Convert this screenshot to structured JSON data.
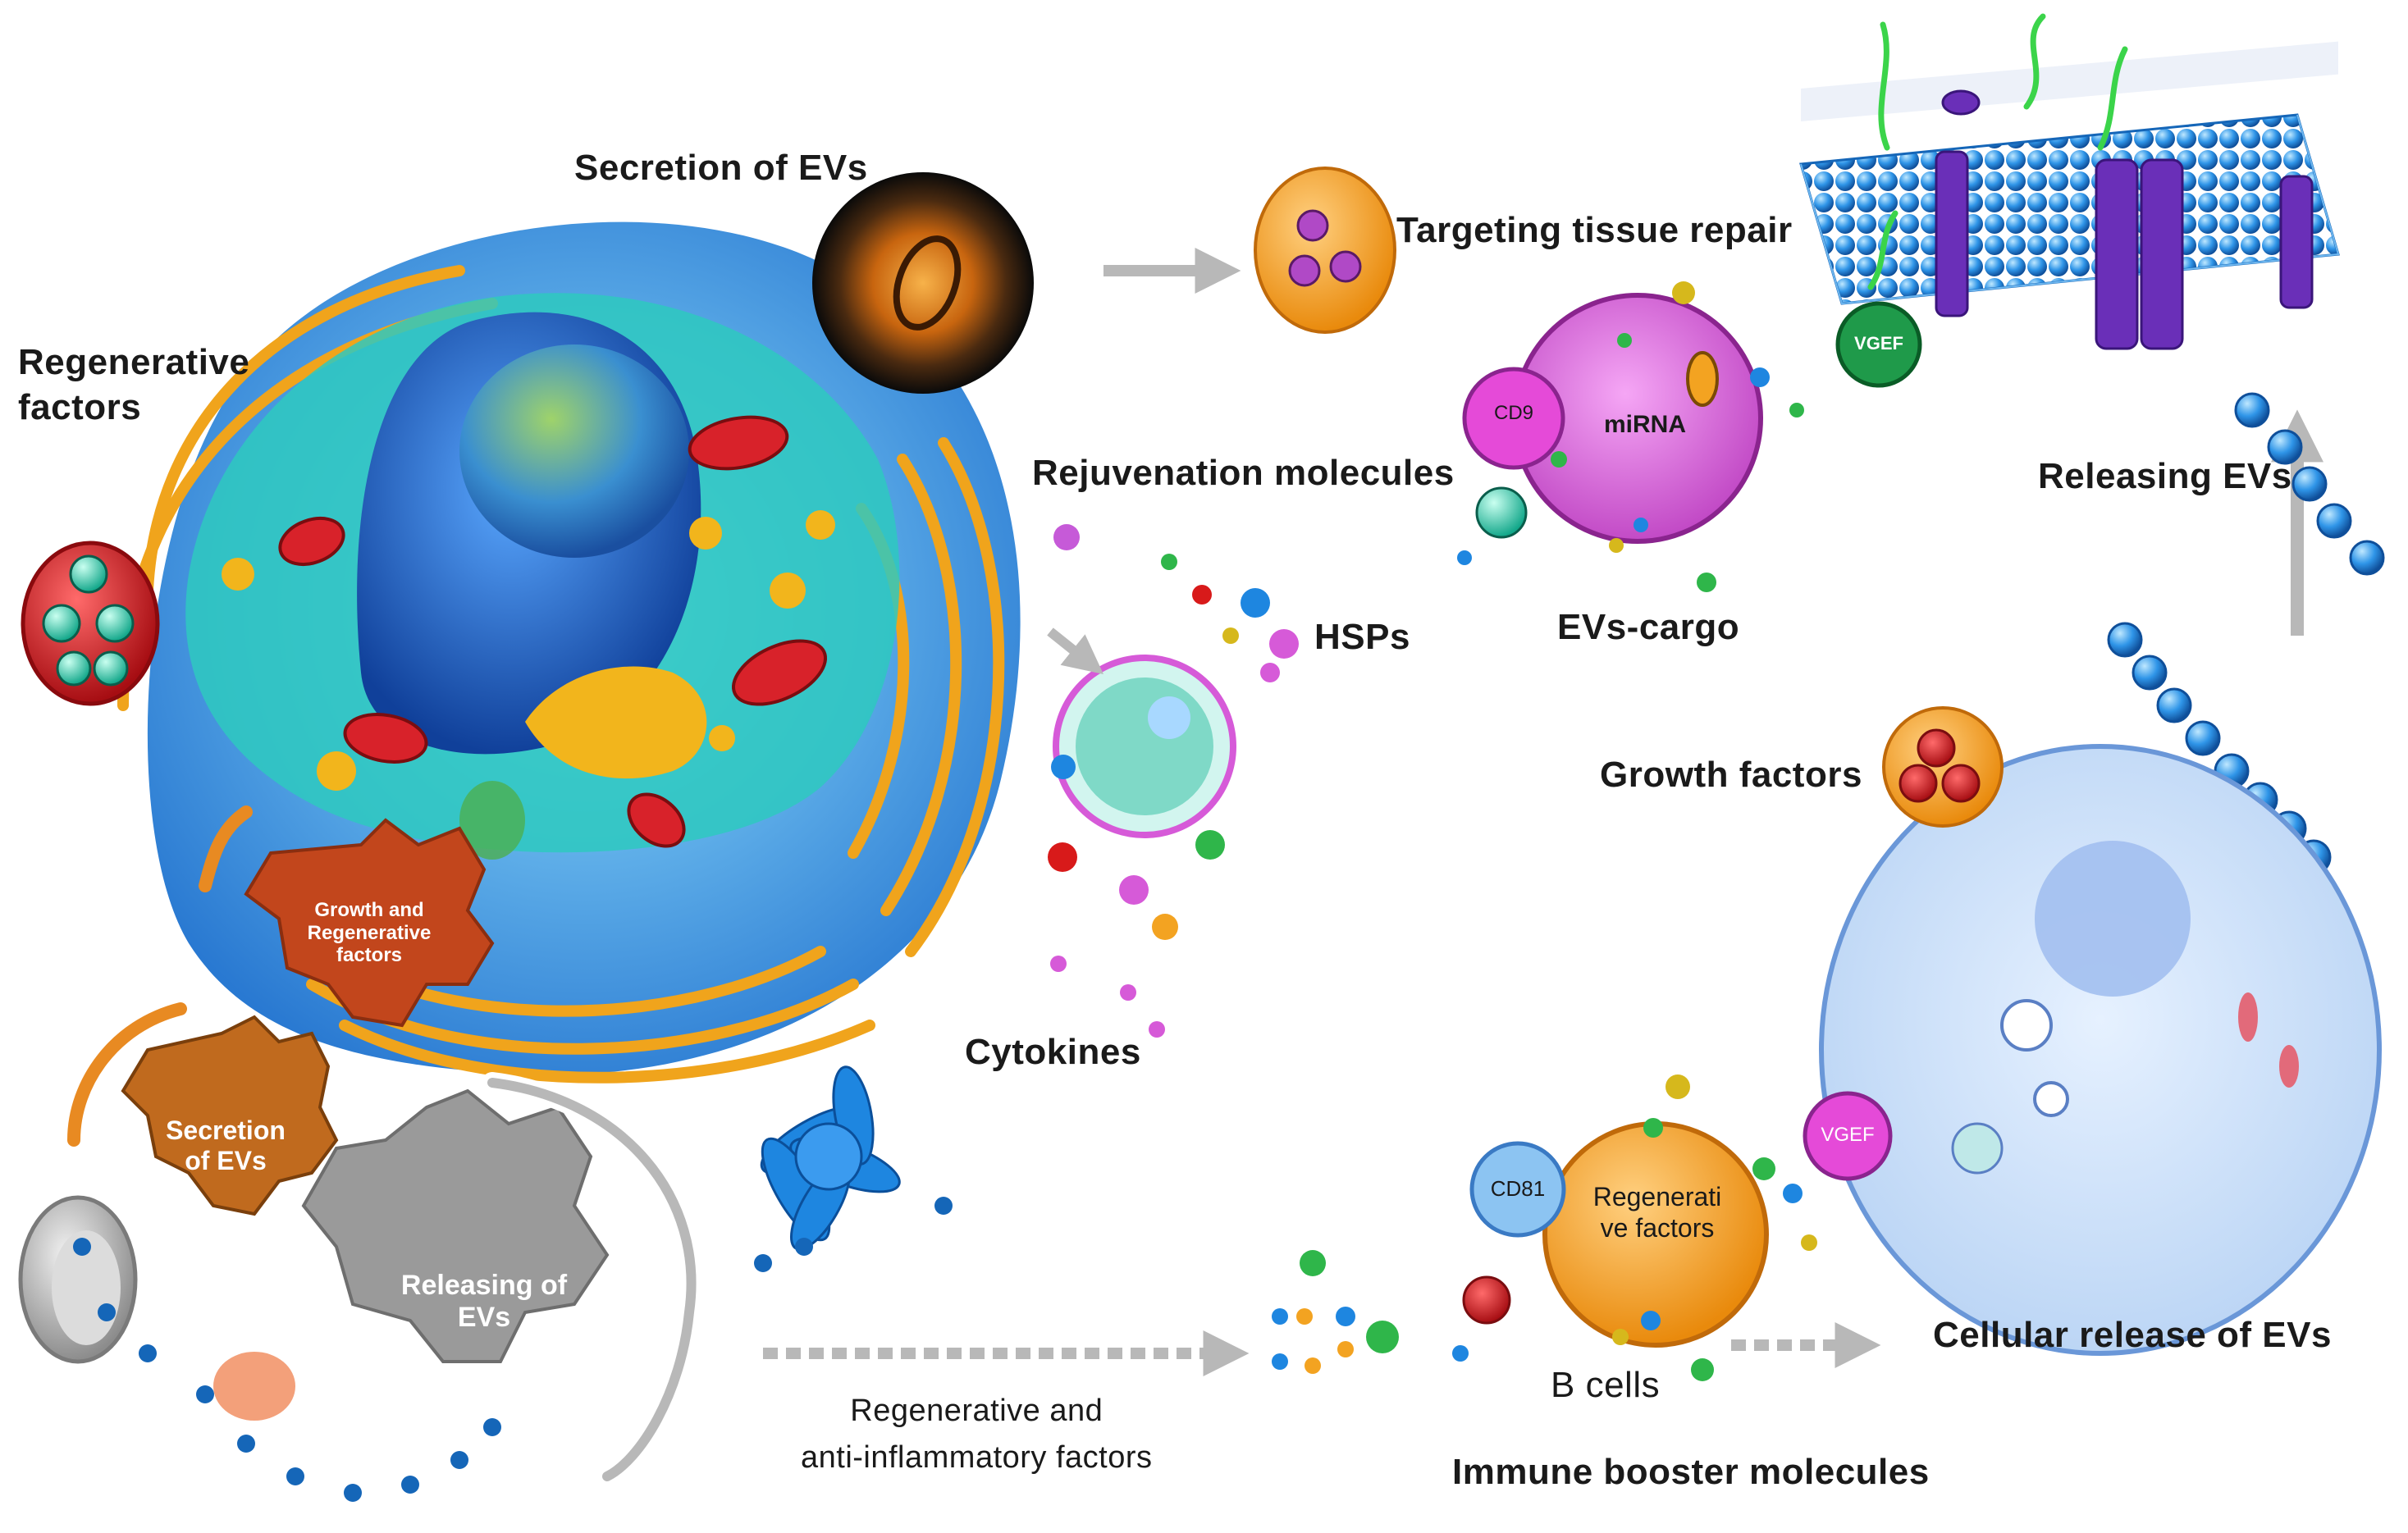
{
  "labels": {
    "secretion_of_evs": "Secretion of EVs",
    "regenerative_factors": "Regenerative\nfactors",
    "targeting_tissue_repair": "Targeting tissue repair",
    "rejuvenation_molecules": "Rejuvenation molecules",
    "hsps": "HSPs",
    "evs_cargo": "EVs-cargo",
    "releasing_evs": "Releasing EVs",
    "growth_factors": "Growth factors",
    "cytokines": "Cytokines",
    "cellular_release_of_evs": "Cellular release of EVs",
    "b_cells": "B cells",
    "immune_booster_molecules": "Immune booster molecules",
    "regen_anti_inflammatory": "Regenerative and\nanti-inflammatory factors"
  },
  "gears": {
    "growth_regen": "Growth and\nRegenerative\nfactors",
    "secretion": "Secretion\nof EVs",
    "releasing": "Releasing of\nEVs"
  },
  "vesicles": {
    "cd9": "CD9",
    "mirna": "miRNA",
    "vgef_top": "VGEF",
    "cd81": "CD81",
    "regen_factors": "Regenerati\nve factors",
    "vgef_bottom": "VGEF"
  },
  "colors": {
    "cell_blue": "#2a7fd6",
    "cytoplasm_teal": "#2ec9c0",
    "er_orange": "#f0a41c",
    "mito_red": "#d8222a",
    "gear_red": "#c2461c",
    "gear_brown": "#c06a1e",
    "gear_grey": "#9a9a9a",
    "vesicle_magenta": "#d65ad8",
    "vesicle_orange": "#f3a321",
    "membrane_blue": "#2f95e8",
    "protein_purple": "#6a2fb8",
    "arrow_grey": "#b8b8b8"
  }
}
